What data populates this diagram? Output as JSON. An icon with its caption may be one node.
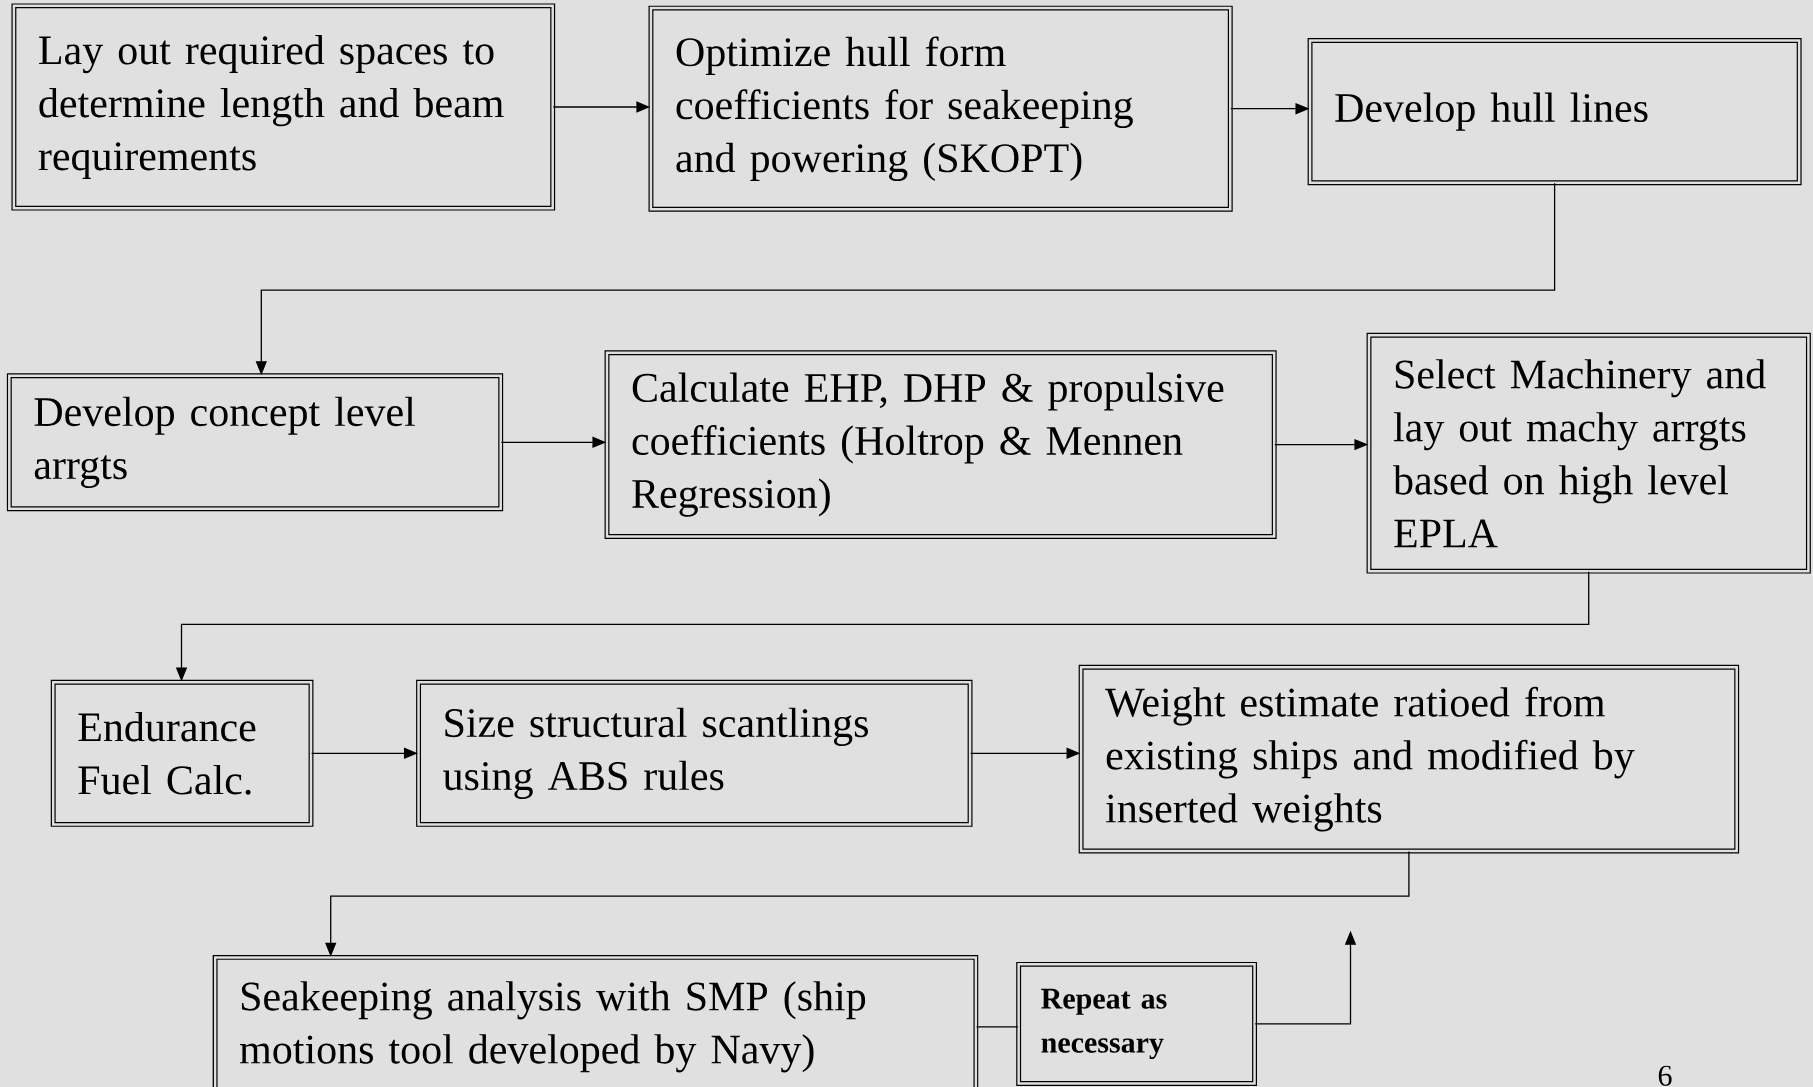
{
  "diagram": {
    "nodes": [
      {
        "text": [
          "Lay out required spaces to determine length and beam requirements"
        ]
      },
      {
        "text": [
          "Optimize hull form coefficients for seakeeping and powering (SKOPT)"
        ]
      },
      {
        "text": [
          "Develop hull lines"
        ]
      },
      {
        "text": [
          "Develop concept level arrgts"
        ]
      },
      {
        "text": [
          "Calculate EHP, DHP & propulsive coefficients (Holtrop & Mennen Regression)"
        ]
      },
      {
        "text": [
          "Select Machinery and lay out machy arrgts based on high level EPLA"
        ]
      },
      {
        "text": [
          "Endurance Fuel Calc."
        ]
      },
      {
        "text": [
          "Size structural scantlings using ABS rules"
        ]
      },
      {
        "text": [
          "Weight estimate ratioed from existing ships and modified by inserted weights"
        ]
      },
      {
        "text": [
          "Seakeeping analysis with SMP (ship motions tool developed by Navy)"
        ]
      },
      {
        "text": [
          "Repeat as necessary"
        ]
      }
    ],
    "edges": [
      {
        "from": 0,
        "to": 1,
        "arrow": "to"
      },
      {
        "from": 1,
        "to": 2,
        "arrow": "to"
      },
      {
        "from": 2,
        "to": 3,
        "arrow": "to"
      },
      {
        "from": 3,
        "to": 4,
        "arrow": "to"
      },
      {
        "from": 4,
        "to": 5,
        "arrow": "to"
      },
      {
        "from": 5,
        "to": 6,
        "arrow": "to"
      },
      {
        "from": 6,
        "to": 7,
        "arrow": "to"
      },
      {
        "from": 7,
        "to": 8,
        "arrow": "to"
      },
      {
        "from": 8,
        "to": 9,
        "arrow": "to"
      },
      {
        "from": 9,
        "to": 10,
        "arrow": "none"
      },
      {
        "from": 10,
        "to": null,
        "arrow": "to"
      }
    ],
    "labels": [
      "6"
    ]
  }
}
